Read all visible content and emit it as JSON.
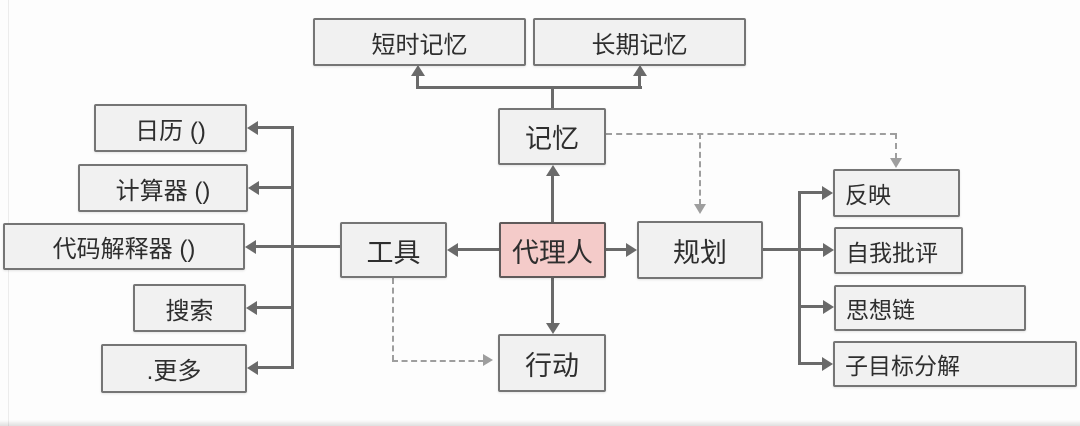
{
  "nodes": {
    "short_term_memory": {
      "label": "短时记忆"
    },
    "long_term_memory": {
      "label": "长期记忆"
    },
    "memory": {
      "label": "记忆"
    },
    "agent": {
      "label": "代理人"
    },
    "tools": {
      "label": "工具"
    },
    "planning": {
      "label": "规划"
    },
    "action": {
      "label": "行动"
    },
    "calendar": {
      "label": "日历 ()"
    },
    "calculator": {
      "label": "计算器 ()"
    },
    "code_interpreter": {
      "label": "代码解释器 ()"
    },
    "search": {
      "label": "搜索"
    },
    "more": {
      "label": ".更多"
    },
    "reflection": {
      "label": "反映"
    },
    "self_criticism": {
      "label": "自我批评"
    },
    "chain_of_thought": {
      "label": "思想链"
    },
    "subgoal_decomposition": {
      "label": "子目标分解"
    }
  },
  "edges": [
    {
      "from": "agent",
      "to": "memory",
      "style": "solid"
    },
    {
      "from": "agent",
      "to": "tools",
      "style": "solid"
    },
    {
      "from": "agent",
      "to": "planning",
      "style": "solid"
    },
    {
      "from": "agent",
      "to": "action",
      "style": "solid"
    },
    {
      "from": "memory",
      "to": "short_term_memory",
      "style": "solid"
    },
    {
      "from": "memory",
      "to": "long_term_memory",
      "style": "solid"
    },
    {
      "from": "tools",
      "to": "calendar",
      "style": "solid"
    },
    {
      "from": "tools",
      "to": "calculator",
      "style": "solid"
    },
    {
      "from": "tools",
      "to": "code_interpreter",
      "style": "solid"
    },
    {
      "from": "tools",
      "to": "search",
      "style": "solid"
    },
    {
      "from": "tools",
      "to": "more",
      "style": "solid"
    },
    {
      "from": "planning",
      "to": "reflection",
      "style": "solid"
    },
    {
      "from": "planning",
      "to": "self_criticism",
      "style": "solid"
    },
    {
      "from": "planning",
      "to": "chain_of_thought",
      "style": "solid"
    },
    {
      "from": "planning",
      "to": "subgoal_decomposition",
      "style": "solid"
    },
    {
      "from": "memory",
      "to": "planning",
      "style": "dashed"
    },
    {
      "from": "memory",
      "to": "reflection",
      "style": "dashed"
    },
    {
      "from": "tools",
      "to": "action",
      "style": "dashed"
    }
  ],
  "colors": {
    "background": "#fdfdfd",
    "box_fill": "#f1f1f1",
    "box_border": "#757575",
    "agent_fill": "#f4cbc9",
    "agent_border": "#5f5a5a",
    "solid_line": "#6a6a6a",
    "dashed_line": "#9e9e9e",
    "text": "#2e2e2e"
  }
}
